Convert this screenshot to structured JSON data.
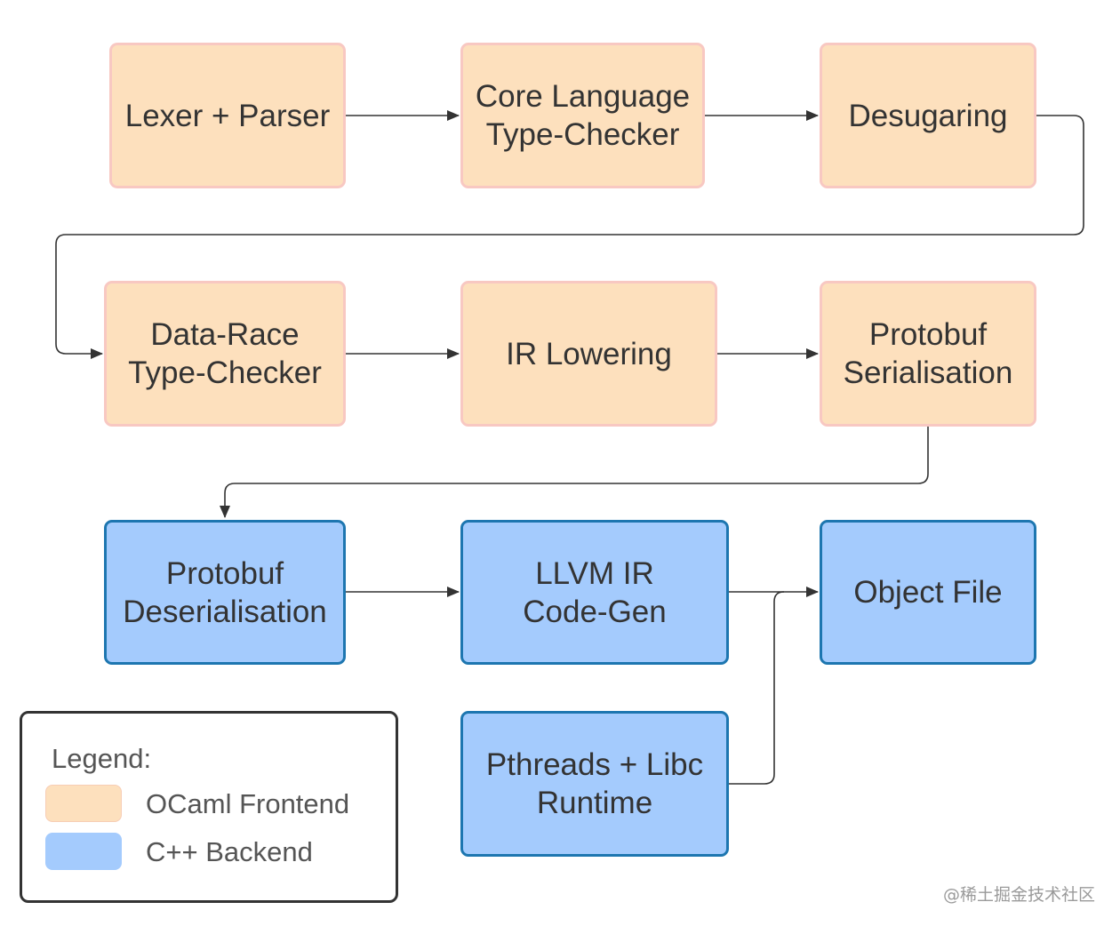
{
  "nodes": {
    "lexer_parser": [
      "Lexer + Parser"
    ],
    "core_type_checker": [
      "Core Language",
      "Type-Checker"
    ],
    "desugaring": [
      "Desugaring"
    ],
    "data_race_checker": [
      "Data-Race",
      "Type-Checker"
    ],
    "ir_lowering": [
      "IR Lowering"
    ],
    "protobuf_serialisation": [
      "Protobuf",
      "Serialisation"
    ],
    "protobuf_deserialisation": [
      "Protobuf",
      "Deserialisation"
    ],
    "llvm_codegen": [
      "LLVM IR",
      "Code-Gen"
    ],
    "object_file": [
      "Object File"
    ],
    "runtime": [
      "Pthreads + Libc",
      "Runtime"
    ]
  },
  "legend": {
    "title": "Legend:",
    "frontend_label": "OCaml Frontend",
    "backend_label": "C++ Backend"
  },
  "colors": {
    "frontend_fill": "#fde0bd",
    "frontend_border": "#f8c8c2",
    "backend_fill": "#a4cbfd",
    "backend_border": "#1d76b0",
    "edge": "#333333"
  },
  "watermark": "@稀土掘金技术社区"
}
